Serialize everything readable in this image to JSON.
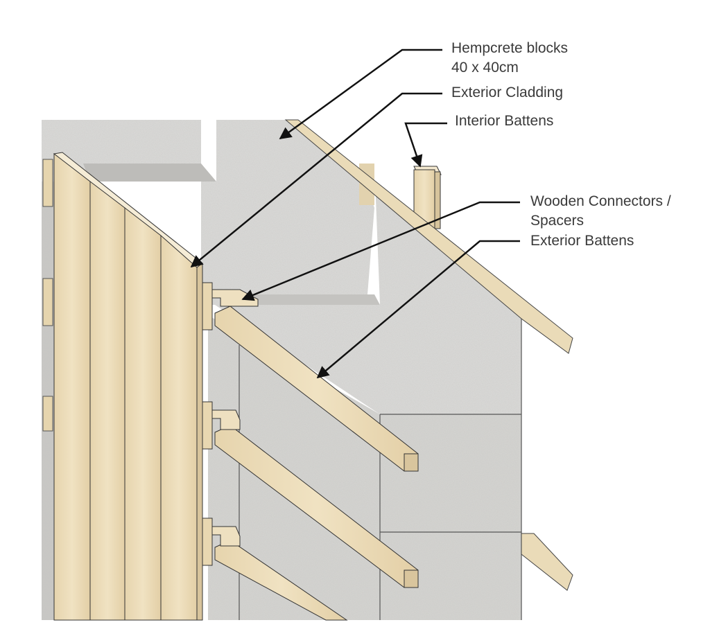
{
  "labels": {
    "hempcrete_line1": "Hempcrete blocks",
    "hempcrete_line2": "40 x 40cm",
    "cladding": "Exterior Cladding",
    "interior_battens": "Interior Battens",
    "connectors_line1": "Wooden Connectors /",
    "connectors_line2": "Spacers",
    "exterior_battens": "Exterior Battens"
  },
  "colors": {
    "hempcrete": "#dedddb",
    "hempcrete_shadow": "#c8c7c4",
    "wood": "#e9d9b6",
    "wood_light": "#f2e6cb",
    "wood_dark": "#d2bf98",
    "line": "#1a1a1a"
  }
}
